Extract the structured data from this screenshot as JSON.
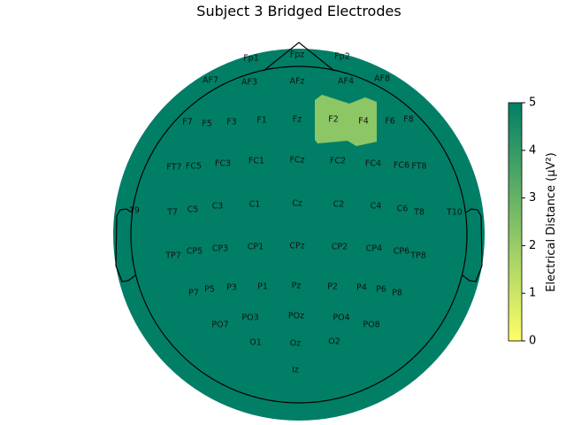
{
  "chart_data": {
    "type": "heatmap",
    "subtype": "topomap",
    "title": "Subject 3 Bridged Electrodes",
    "electrodes": [
      "Fp1",
      "Fpz",
      "Fp2",
      "AF7",
      "AF3",
      "AFz",
      "AF4",
      "AF8",
      "F7",
      "F5",
      "F3",
      "F1",
      "Fz",
      "F2",
      "F4",
      "F6",
      "F8",
      "FT7",
      "FC5",
      "FC3",
      "FC1",
      "FCz",
      "FC2",
      "FC4",
      "FC6",
      "FT8",
      "T9",
      "T7",
      "C5",
      "C3",
      "C1",
      "Cz",
      "C2",
      "C4",
      "C6",
      "T8",
      "T10",
      "TP7",
      "CP5",
      "CP3",
      "CP1",
      "CPz",
      "CP2",
      "CP4",
      "CP6",
      "TP8",
      "P7",
      "P5",
      "P3",
      "P1",
      "Pz",
      "P2",
      "P4",
      "P6",
      "P8",
      "PO7",
      "PO3",
      "POz",
      "PO4",
      "PO8",
      "O1",
      "Oz",
      "O2",
      "Iz"
    ],
    "bridged_pairs": [
      {
        "pair": [
          "F2",
          "F4"
        ],
        "value": 2.2
      }
    ],
    "background_value": 5,
    "colorbar": {
      "label": "Electrical Distance (μV²)",
      "range": [
        0,
        5
      ],
      "ticks": [
        "0",
        "1",
        "2",
        "3",
        "4",
        "5"
      ],
      "colormap": "summer_r",
      "color_low": "#f5f55e",
      "color_high": "#007f66"
    }
  }
}
